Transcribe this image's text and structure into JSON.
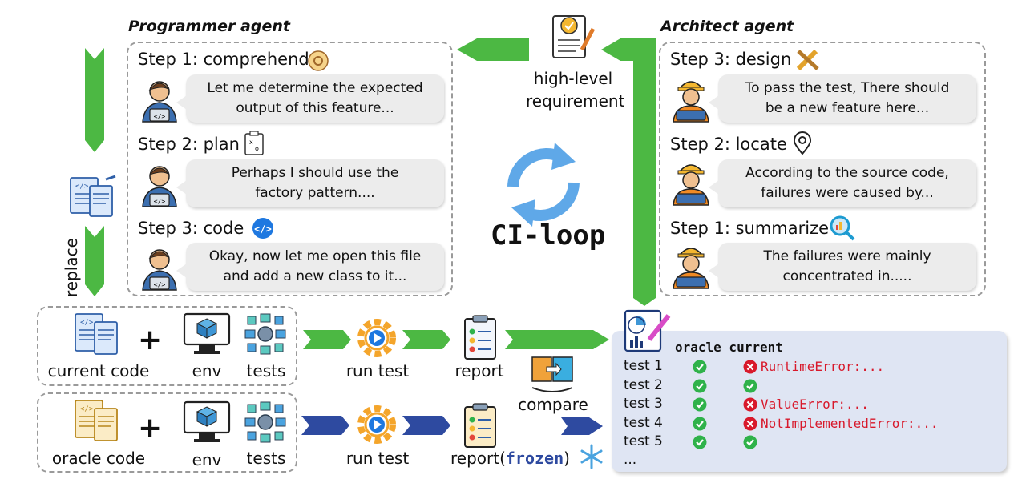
{
  "colors": {
    "green": "#4cb843",
    "blue": "#2e4aa0",
    "error": "#d8192b",
    "ok": "#2fb24a",
    "result_bg": "#dfe5f3"
  },
  "programmer": {
    "title": "Programmer agent",
    "steps": [
      {
        "label": "Step 1: comprehend",
        "icon": "brain-gear-icon",
        "line1": "Let me determine the expected",
        "line2": "output of this feature..."
      },
      {
        "label": "Step 2: plan",
        "icon": "strategy-board-icon",
        "line1": "Perhaps I should use the",
        "line2": "factory pattern...."
      },
      {
        "label": "Step 3: code",
        "icon": "code-badge-icon",
        "line1": "Okay, now let me open this file",
        "line2": "and add a new class to it..."
      }
    ]
  },
  "architect": {
    "title": "Architect agent",
    "steps": [
      {
        "label": "Step 3: design",
        "icon": "pencil-ruler-icon",
        "line1": "To pass the test, There should",
        "line2": "be a new feature here..."
      },
      {
        "label": "Step 2: locate",
        "icon": "location-pin-icon",
        "line1": "According to the source code,",
        "line2": "failures were caused by..."
      },
      {
        "label": "Step 1: summarize",
        "icon": "magnifier-chart-icon",
        "line1": "The failures were mainly",
        "line2": "concentrated in....."
      }
    ]
  },
  "requirement": {
    "line1": "high-level",
    "line2": "requirement"
  },
  "ci_loop": "CI-loop",
  "replace": "replace",
  "top_row": {
    "code": "current code",
    "env": "env",
    "tests": "tests",
    "run": "run test",
    "report": "report"
  },
  "bottom_row": {
    "code": "oracle code",
    "env": "env",
    "tests": "tests",
    "run": "run test",
    "report": "report(",
    "frozen": "frozen",
    "close": ")"
  },
  "compare": "compare",
  "results": {
    "header": "oracle current",
    "rows": [
      {
        "name": "test 1",
        "oracle": "pass",
        "current": "fail",
        "error": "RuntimeError:..."
      },
      {
        "name": "test 2",
        "oracle": "pass",
        "current": "pass",
        "error": ""
      },
      {
        "name": "test 3",
        "oracle": "pass",
        "current": "fail",
        "error": "ValueError:..."
      },
      {
        "name": "test 4",
        "oracle": "pass",
        "current": "fail",
        "error": "NotImplementedError:..."
      },
      {
        "name": "test 5",
        "oracle": "pass",
        "current": "pass",
        "error": ""
      }
    ],
    "more": "..."
  }
}
